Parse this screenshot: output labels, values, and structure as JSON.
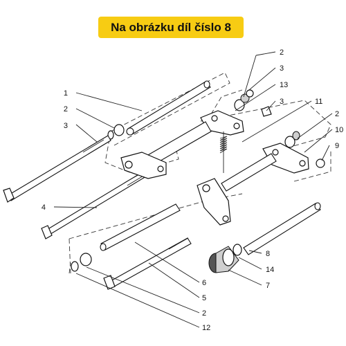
{
  "banner": {
    "text": "Na obrázku díl číslo 8"
  },
  "callouts": [
    "1",
    "2",
    "3",
    "4",
    "2",
    "3",
    "13",
    "3",
    "11",
    "2",
    "10",
    "9",
    "6",
    "5",
    "2",
    "12",
    "8",
    "14",
    "7"
  ],
  "colors": {
    "banner_bg": "#f7cc13",
    "line": "#111111"
  }
}
